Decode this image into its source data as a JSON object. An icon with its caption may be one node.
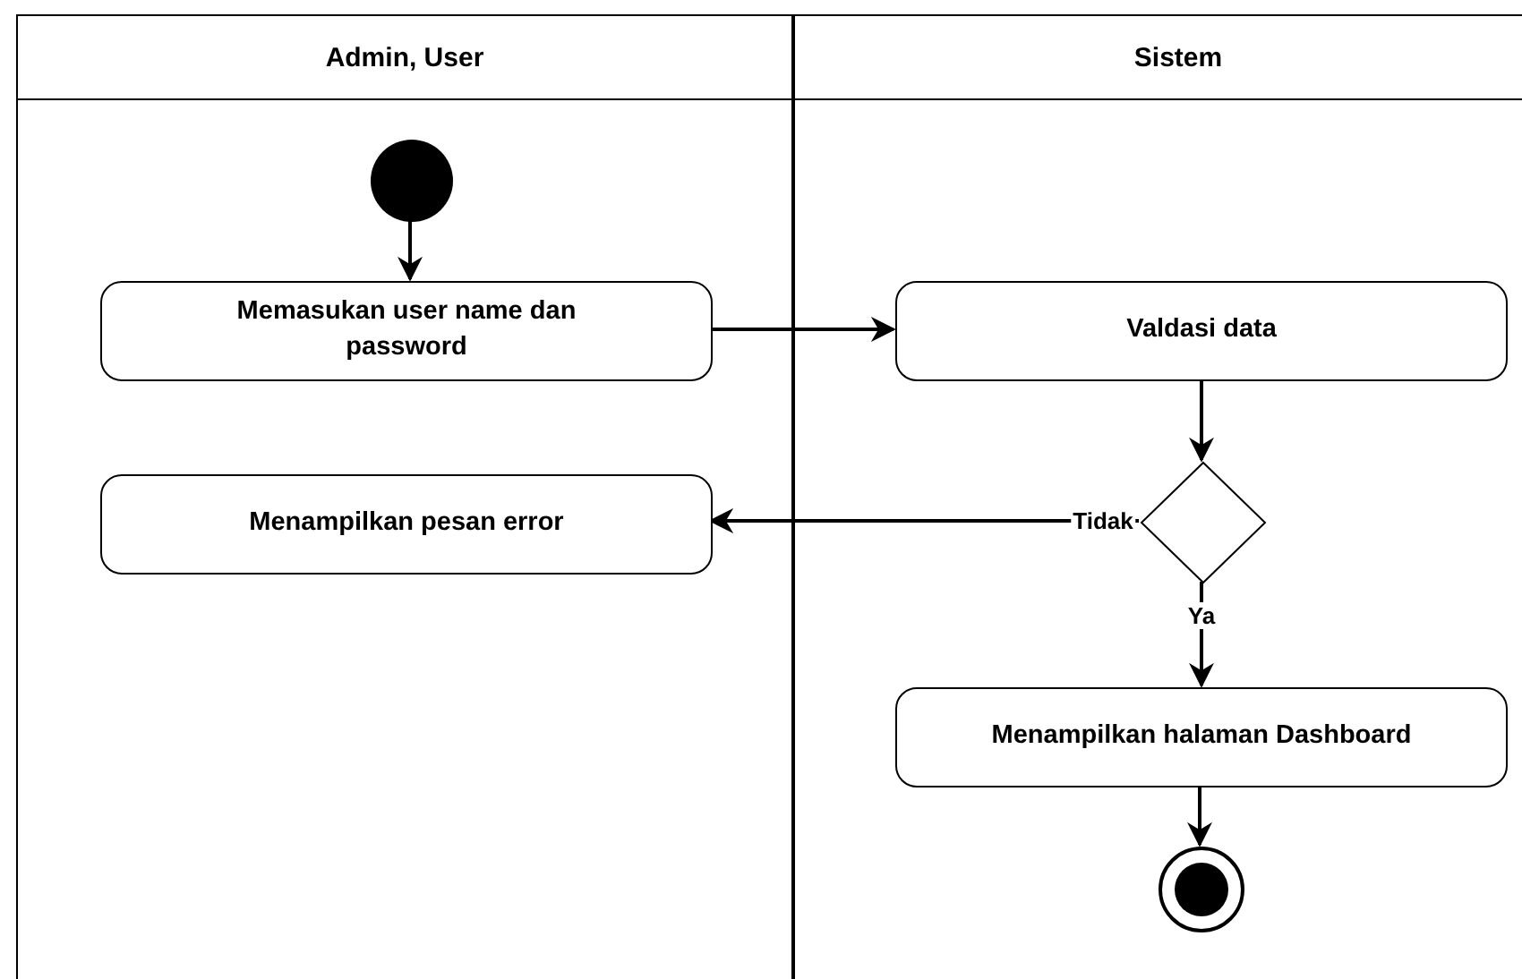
{
  "diagram": {
    "nodes": [
      {
        "text": [
          "Admin, User"
        ]
      },
      {
        "text": [
          "Sistem"
        ]
      },
      {
        "text": [],
        "shape": "circle",
        "in": 0
      },
      {
        "text": [
          "Memasukan user name dan password"
        ],
        "in": 0
      },
      {
        "text": [
          "Menampilkan pesan error"
        ],
        "in": 0
      },
      {
        "text": [
          "Valdasi data"
        ],
        "in": 1
      },
      {
        "text": [],
        "shape": "diamond",
        "in": 1
      },
      {
        "text": [
          "Menampilkan halaman Dashboard"
        ],
        "in": 1
      },
      {
        "text": [],
        "shape": "bullseye",
        "in": 1
      }
    ],
    "edges": [
      {
        "from": 2,
        "to": 3,
        "arrow": "to"
      },
      {
        "from": 3,
        "to": 5,
        "arrow": "to"
      },
      {
        "from": 5,
        "to": 6,
        "arrow": "to"
      },
      {
        "from": 6,
        "to": 4,
        "arrow": "to",
        "label": "Tidak"
      },
      {
        "from": 6,
        "to": 7,
        "arrow": "to",
        "label": "Ya"
      },
      {
        "from": 7,
        "to": 8,
        "arrow": "to"
      }
    ]
  }
}
